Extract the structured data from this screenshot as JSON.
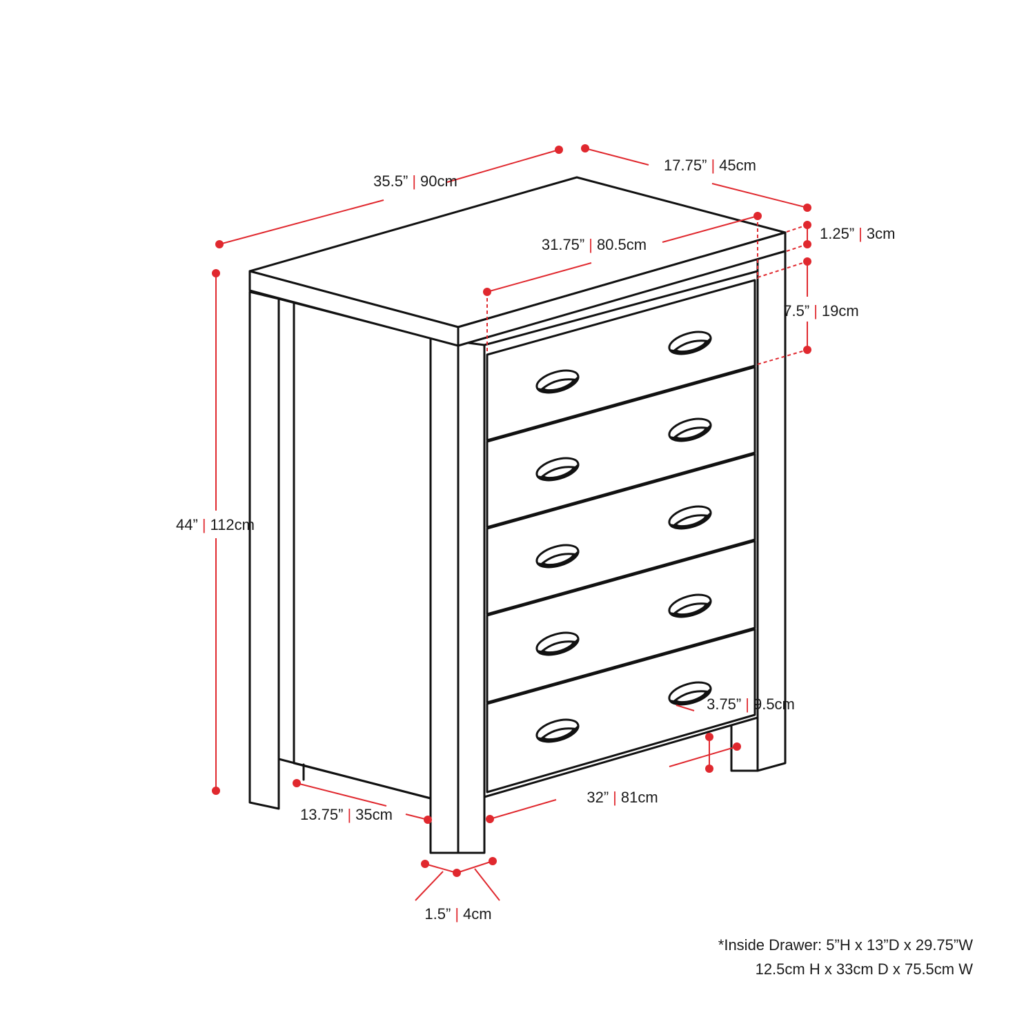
{
  "dimensions": {
    "width": {
      "in": "35.5”",
      "cm": "90cm"
    },
    "depth": {
      "in": "17.75”",
      "cm": "45cm"
    },
    "inner_width": {
      "in": "31.75”",
      "cm": "80.5cm"
    },
    "top_thick": {
      "in": "1.25”",
      "cm": "3cm"
    },
    "drawer_h": {
      "in": "7.5”",
      "cm": "19cm"
    },
    "height": {
      "in": "44”",
      "cm": "112cm"
    },
    "clearance": {
      "in": "3.75”",
      "cm": "9.5cm"
    },
    "leg_span": {
      "in": "32”",
      "cm": "81cm"
    },
    "side_depth": {
      "in": "13.75”",
      "cm": "35cm"
    },
    "leg_size": {
      "in": "1.5”",
      "cm": "4cm"
    }
  },
  "separator": "|",
  "note": {
    "line1": "*Inside Drawer: 5”H x 13”D x 29.75”W",
    "line2": "12.5cm H x 33cm D x 75.5cm W"
  },
  "colors": {
    "dimension": "#e0282e",
    "outline": "#111111"
  }
}
